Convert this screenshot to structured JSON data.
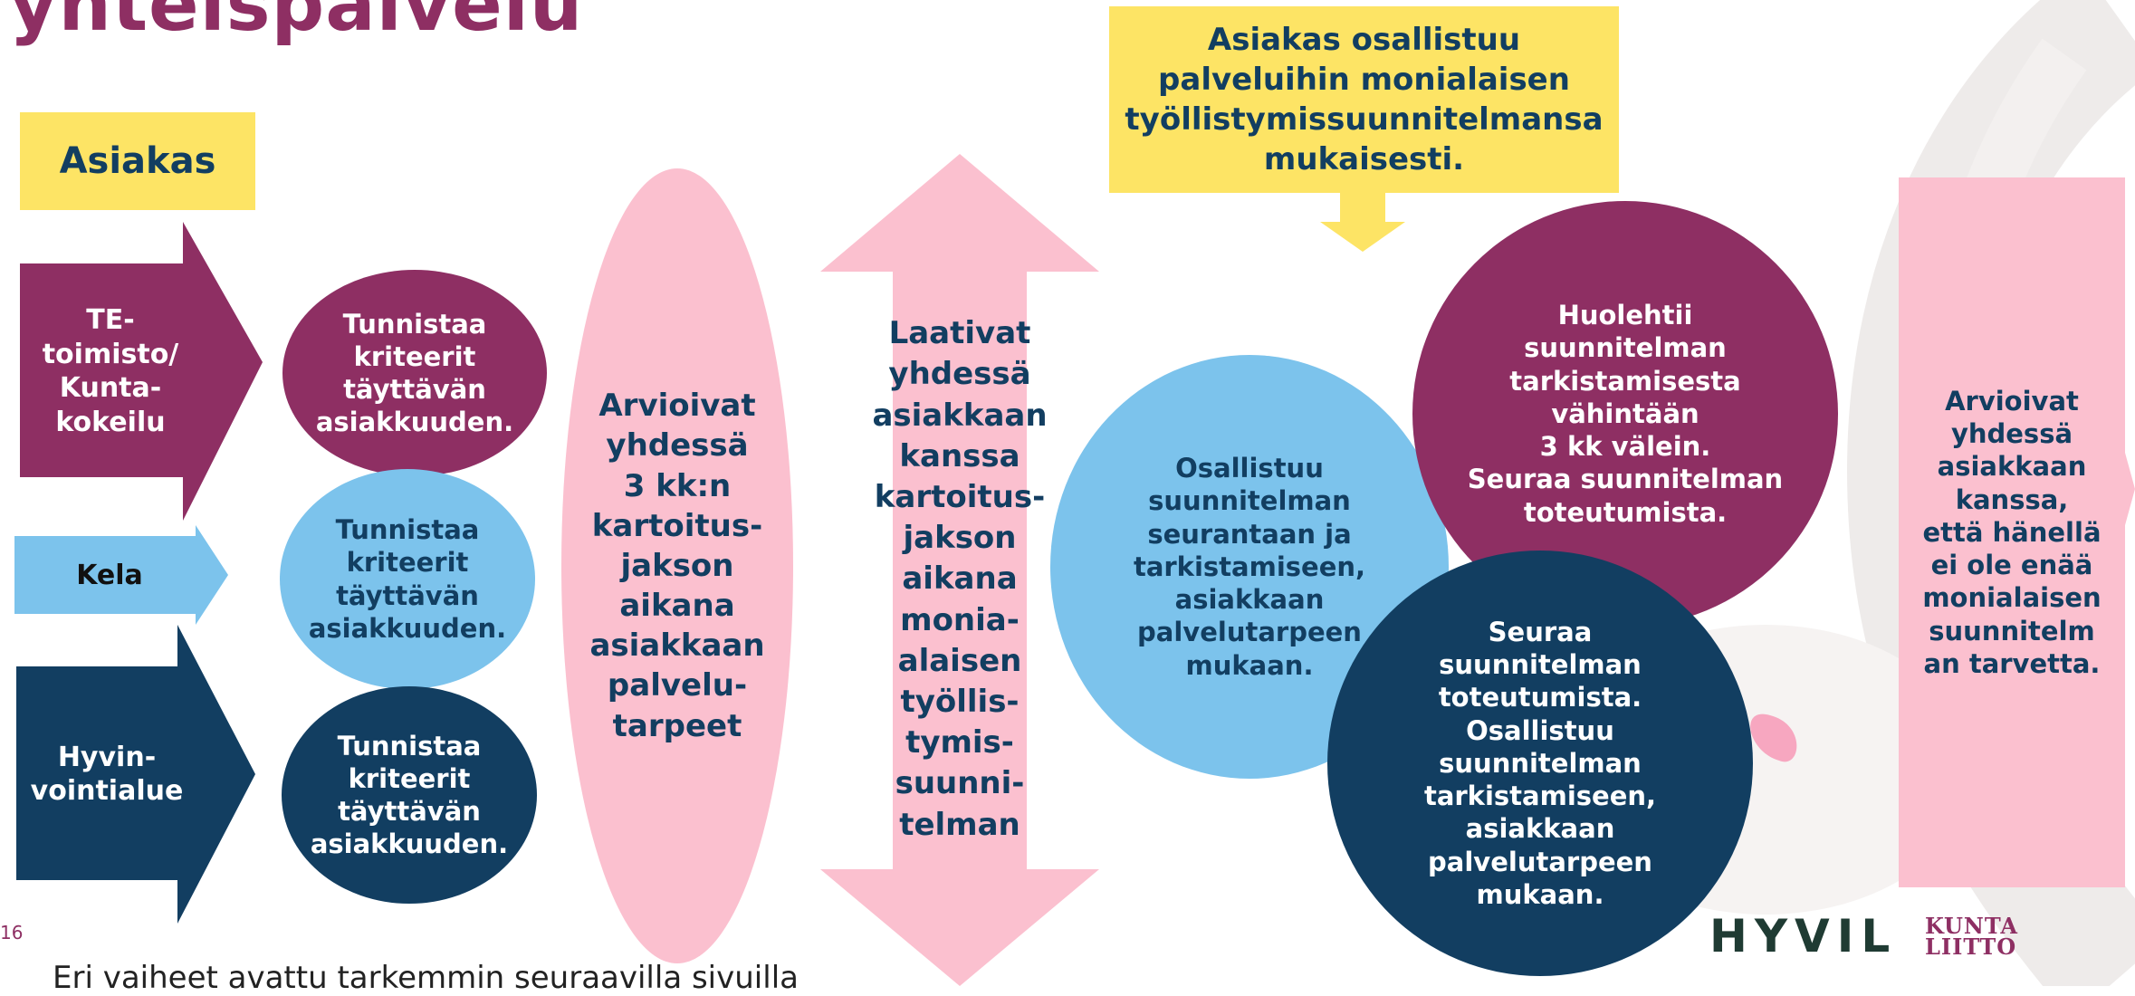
{
  "title": "yhteispalvelu",
  "asiakas_label": "Asiakas",
  "top_note": "Asiakas osallistuu\npalveluihin monialaisen\ntyöllistymissuunnitelmansa\nmukaisesti.",
  "actors": {
    "te": "TE-\ntoimisto/\nKunta-\nkokeilu",
    "kela": "Kela",
    "hyvinvointialue": "Hyvin-\nvointialue"
  },
  "identify": {
    "te": "Tunnistaa\nkriteerit\ntäyttävän\nasiakkuuden.",
    "kela": "Tunnistaa\nkriteerit\ntäyttävän\nasiakkuuden.",
    "hyvinvointialue": "Tunnistaa\nkriteerit\ntäyttävän\nasiakkuuden."
  },
  "assess": "Arvioivat\nyhdessä\n3 kk:n\nkartoitus-\njakson\naikana\nasiakkaan\npalvelu-\ntarpeet",
  "plan": "Laativat\nyhdessä\nasiakkaan\nkanssa\nkartoitus-\njakson\naikana\nmonia-\nalaisen\ntyöllis-\ntymis-\nsuunni-\ntelman",
  "participate": "Osallistuu\nsuunnitelman\nseurantaan ja\ntarkistamiseen,\nasiakkaan\npalvelutarpeen\nmukaan.",
  "review": "Huolehtii\nsuunnitelman\ntarkistamisesta\nvähintään\n3 kk välein.\nSeuraa suunnitelman\ntoteutumista.",
  "follow": "Seuraa\nsuunnitelman\ntoteutumista.\nOsallistuu\nsuunnitelman\ntarkistamiseen,\nasiakkaan\npalvelutarpeen\nmukaan.",
  "final": "Arvioivat\nyhdessä\nasiakkaan\nkanssa,\nettä hänellä\nei ole enää\nmonialaisen\nsuunnitelm\nan tarvetta.",
  "page_number": "16",
  "footer": "Eri vaiheet avattu tarkemmin seuraavilla sivuilla",
  "logos": {
    "hyvil": "HYVIL",
    "kunta_line1": "KUNTA",
    "kunta_line2": "LIITTO"
  },
  "colors": {
    "plum": "#8e2f63",
    "navy": "#123e61",
    "light_blue": "#7cc3ec",
    "pink": "#fbc0cf",
    "yellow": "#fde465"
  }
}
